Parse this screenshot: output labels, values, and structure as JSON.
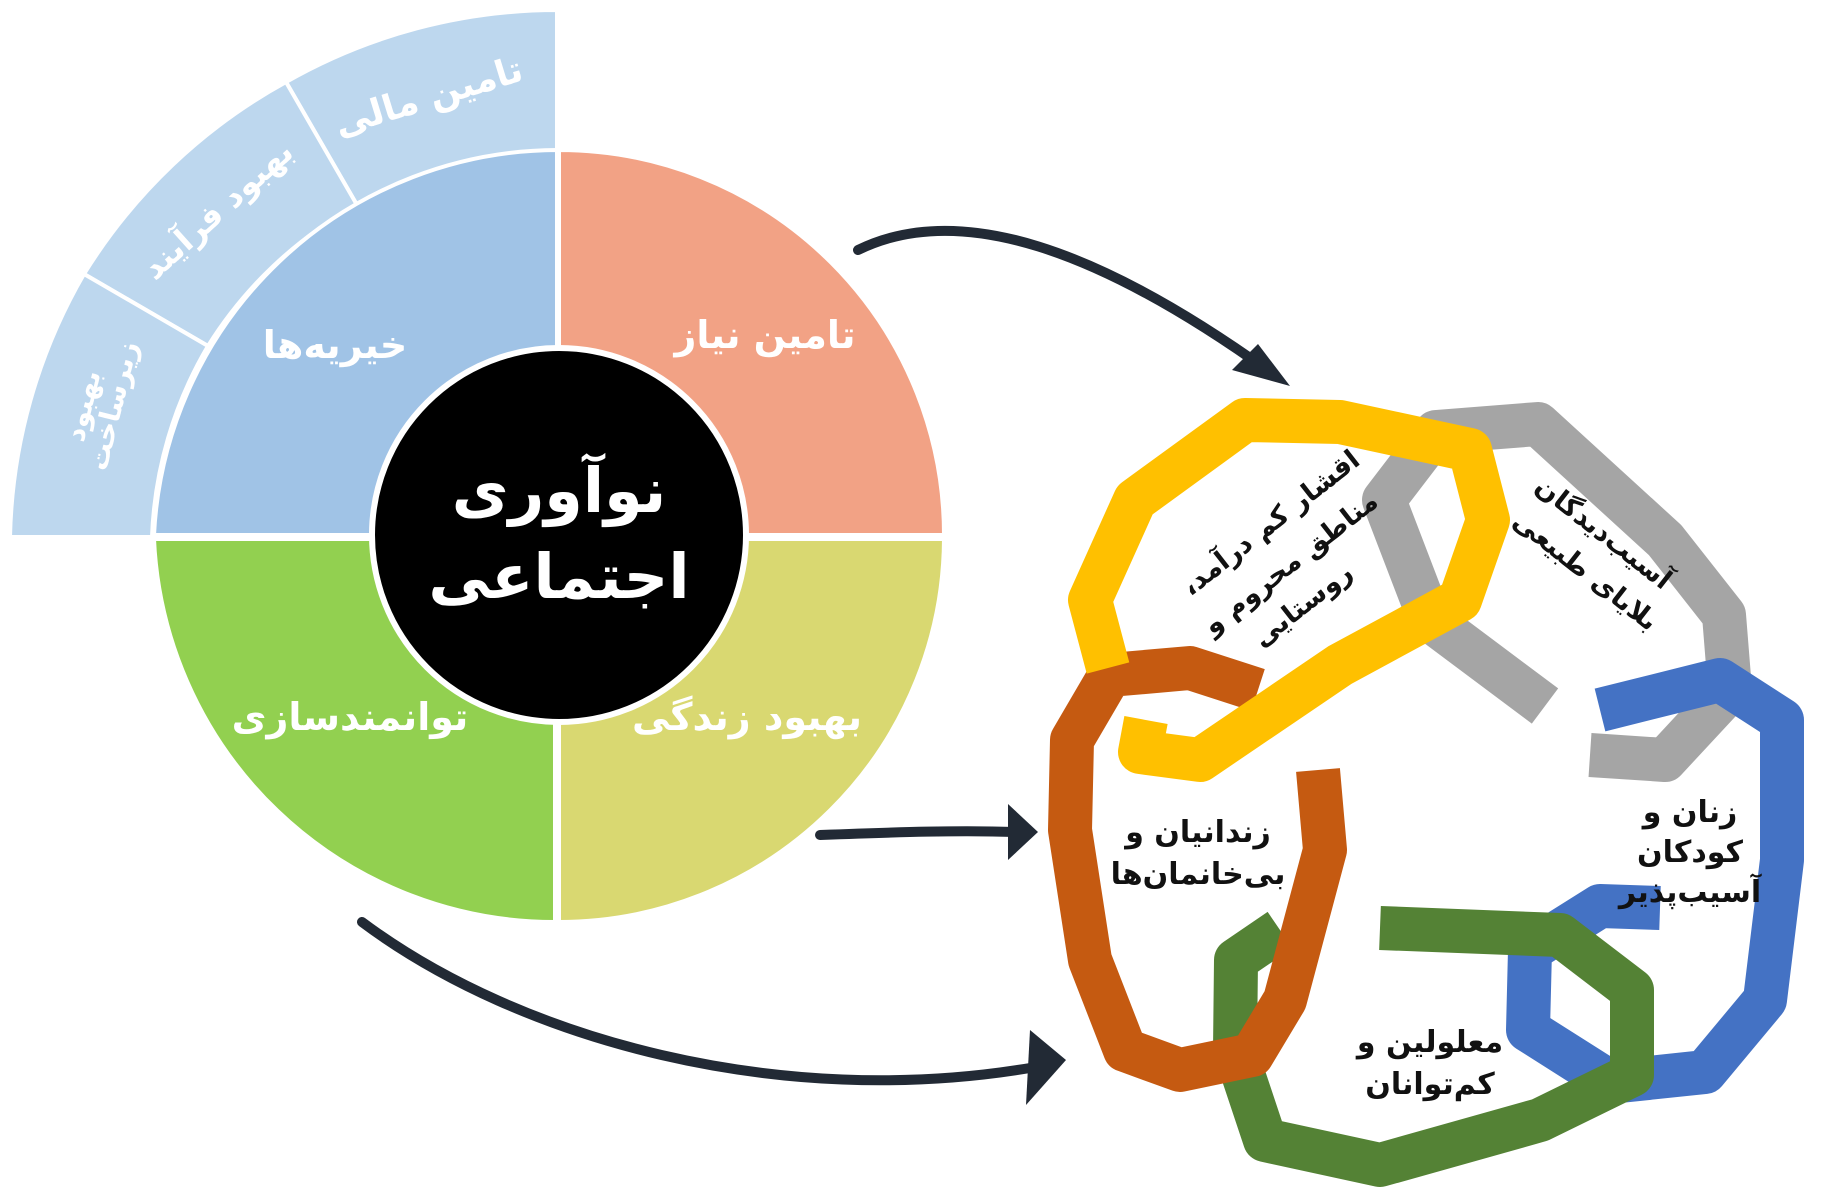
{
  "center": {
    "line1": "نوآوری",
    "line2": "اجتماعی"
  },
  "inner_quadrants": {
    "need": "تامین نیاز",
    "charity": "خیریه‌ها",
    "empower": "توانمندسازی",
    "life": "بهبود زندگی"
  },
  "outer_segments": {
    "finance": "تامین مالی",
    "process": "بهبود فرآیند",
    "infra_line1": "بهبود",
    "infra_line2": "زیرساخت"
  },
  "links": {
    "yellow": {
      "line1": "اقشار کم درآمد،",
      "line2": "مناطق محروم و",
      "line3": "روستایی"
    },
    "gray": {
      "line1": "آسیب‌دیدگان",
      "line2": "بلایای طبیعی"
    },
    "blue": {
      "line1": "زنان و",
      "line2": "کودکان",
      "line3": "آسیب‌پذیر"
    },
    "green": {
      "line1": "معلولین و",
      "line2": "کم‌توانان"
    },
    "orange": {
      "line1": "زندانیان و",
      "line2": "بی‌خانمان‌ها"
    }
  },
  "colors": {
    "need": "#f2a285",
    "charity": "#a0c3e6",
    "empower": "#92d050",
    "life": "#d9d871",
    "outer": "#bdd7ee",
    "center": "#000000",
    "yellow": "#ffc000",
    "gray": "#a5a5a5",
    "blue": "#4472c4",
    "green": "#548235",
    "orange": "#c55a11",
    "arrow": "#222a35"
  }
}
